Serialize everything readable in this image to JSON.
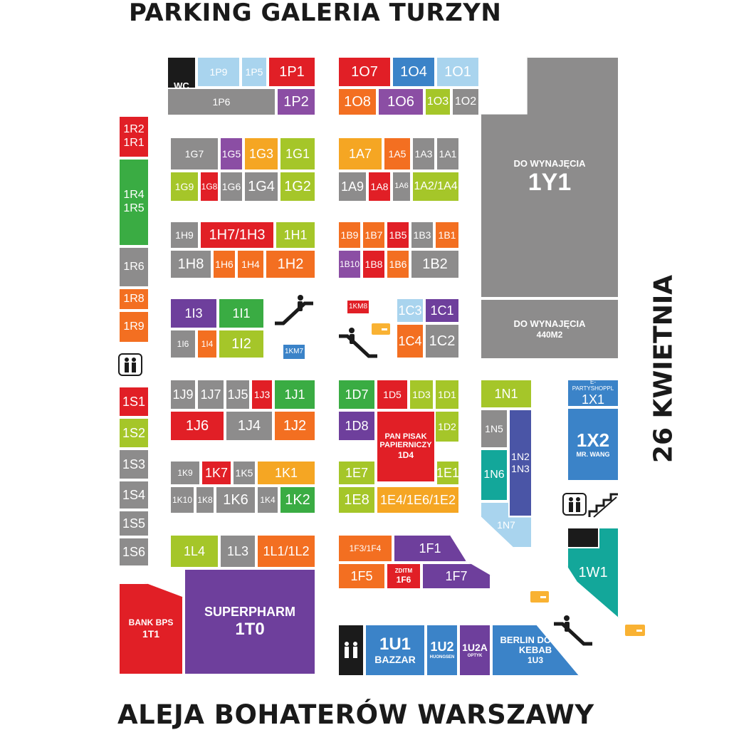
{
  "headings": {
    "top": "PARKING GALERIA TURZYN",
    "bottom": "ALEJA BOHATERÓW WARSZAWY",
    "right": "26 KWIETNIA"
  },
  "colors": {
    "red": "#e11f26",
    "green": "#3aac43",
    "lime": "#a5c629",
    "orange": "#f36f21",
    "amber": "#f5a623",
    "purple": "#8b4ea4",
    "violet": "#6e3f9c",
    "blue": "#3b83c8",
    "navy": "#4a55a6",
    "lightblue": "#a9d4ee",
    "gray": "#8d8c8c",
    "teal": "#13a79a",
    "black": "#1b1b1b",
    "yellow": "#f9b233"
  },
  "units": {
    "wc": "WC",
    "1P9": "1P9",
    "1P5": "1P5",
    "1P1": "1P1",
    "1P6": "1P6",
    "1P2": "1P2",
    "1O7": "1O7",
    "1O4": "1O4",
    "1O1": "1O1",
    "1O8": "1O8",
    "1O6": "1O6",
    "1O3": "1O3",
    "1O2": "1O2",
    "1Y1_label": "DO WYNAJĘCIA",
    "1Y1": "1Y1",
    "440_label": "DO WYNAJĘCIA",
    "440_size": "440M2",
    "1R2": "1R2",
    "1R1": "1R1",
    "1R4": "1R4",
    "1R5": "1R5",
    "1R6": "1R6",
    "1R8": "1R8",
    "1R9": "1R9",
    "1G7": "1G7",
    "1G5": "1G5",
    "1G3": "1G3",
    "1G1": "1G1",
    "1G9": "1G9",
    "1G8": "1G8",
    "1G6": "1G6",
    "1G4": "1G4",
    "1G2": "1G2",
    "1A7": "1A7",
    "1A5": "1A5",
    "1A3": "1A3",
    "1A1": "1A1",
    "1A9": "1A9",
    "1A8": "1A8",
    "1A6": "1A6",
    "1A2/1A4": "1A2/1A4",
    "1H9": "1H9",
    "1H7/1H3": "1H7/1H3",
    "1H1": "1H1",
    "1H8": "1H8",
    "1H6": "1H6",
    "1H4": "1H4",
    "1H2": "1H2",
    "1B9": "1B9",
    "1B7": "1B7",
    "1B5": "1B5",
    "1B3": "1B3",
    "1B1": "1B1",
    "1B10": "1B10",
    "1B8": "1B8",
    "1B6": "1B6",
    "1B2": "1B2",
    "1I3": "1I3",
    "1I1": "1I1",
    "1I6": "1I6",
    "1I4": "1I4",
    "1I2": "1I2",
    "1KM8": "1KM8",
    "1KM7": "1KM7",
    "1C3": "1C3",
    "1C1": "1C1",
    "1C4": "1C4",
    "1C2": "1C2",
    "1S1": "1S1",
    "1S2": "1S2",
    "1S3": "1S3",
    "1S4": "1S4",
    "1S5": "1S5",
    "1S6": "1S6",
    "1J9": "1J9",
    "1J7": "1J7",
    "1J5": "1J5",
    "1J3": "1J3",
    "1J1": "1J1",
    "1J6": "1J6",
    "1J4": "1J4",
    "1J2": "1J2",
    "1D7": "1D7",
    "1D5": "1D5",
    "1D3": "1D3",
    "1D1": "1D1",
    "1D8": "1D8",
    "1D2": "1D2",
    "1D4_name": "PAN PISAK PAPIERNICZY",
    "1D4": "1D4",
    "1E7": "1E7",
    "1E1": "1E1",
    "1E8": "1E8",
    "1E4/1E6/1E2": "1E4/1E6/1E2",
    "1N1": "1N1",
    "1N5": "1N5",
    "1N2": "1N2",
    "1N3": "1N3",
    "1N6": "1N6",
    "1N7": "1N7",
    "1X1_name": "E-PARTYSHOPPL",
    "1X1": "1X1",
    "1X2": "1X2",
    "1X2_name": "MR. WANG",
    "1K9": "1K9",
    "1K7": "1K7",
    "1K5": "1K5",
    "1K1": "1K1",
    "1K10": "1K10",
    "1K8": "1K8",
    "1K6": "1K6",
    "1K4": "1K4",
    "1K2": "1K2",
    "1L4": "1L4",
    "1L3": "1L3",
    "1L1/1L2": "1L1/1L2",
    "1F3/1F4": "1F3/1F4",
    "1F1": "1F1",
    "1F5": "1F5",
    "1F6_name": "ZDITM",
    "1F6": "1F6",
    "1F7": "1F7",
    "1W1": "1W1",
    "1T1_name": "BANK BPS",
    "1T1": "1T1",
    "1T0_name": "SUPERPHARM",
    "1T0": "1T0",
    "1U1": "1U1",
    "1U1_name": "BAZZAR",
    "1U2": "1U2",
    "1U2_name": "HUONGSEN",
    "1U2A": "1U2A",
    "1U2A_name": "OPTYK",
    "1U3_name": "BERLIN DÖNER KEBAB",
    "1U3": "1U3"
  }
}
